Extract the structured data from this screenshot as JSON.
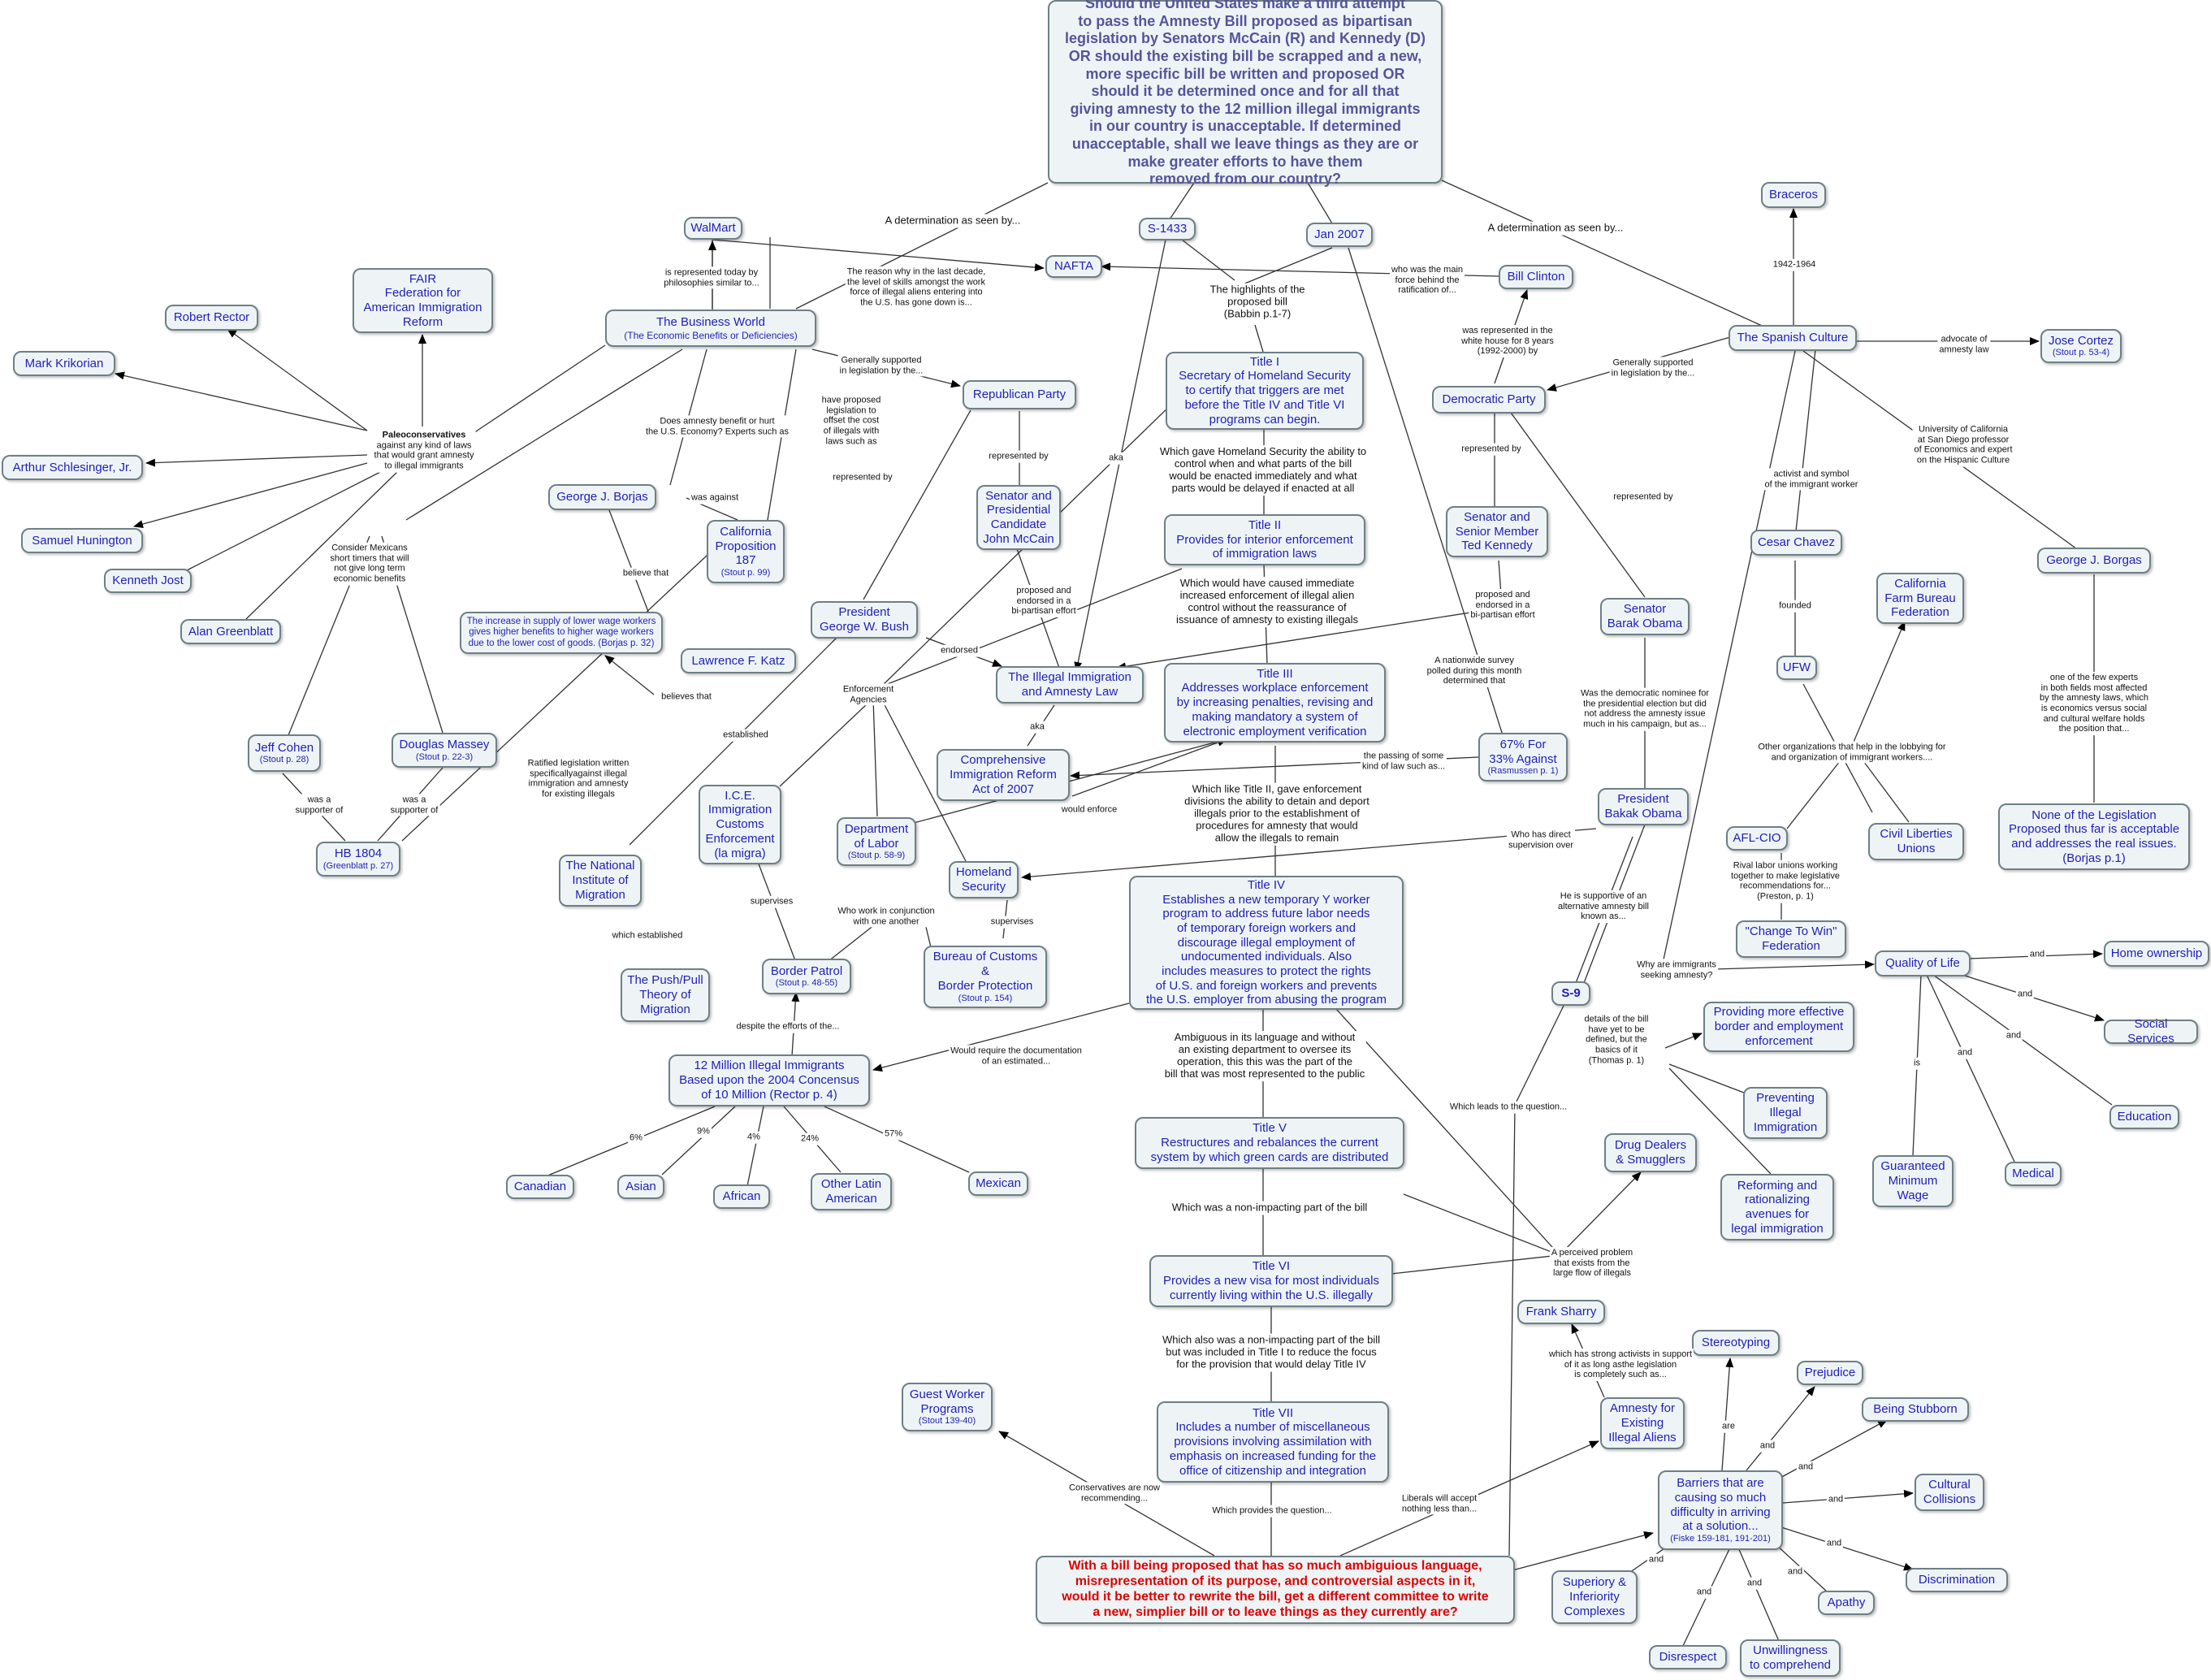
{
  "nodes": {
    "root": "Should the United States make a third attempt\nto pass the Amnesty Bill proposed as bipartisan\nlegislation by Senators McCain (R) and Kennedy (D)\nOR should the existing bill be scrapped and a new,\nmore specific bill be written and proposed OR\nshould it be determined once and for all that\ngiving amnesty to the 12 million illegal immigrants\nin our country is unacceptable.  If determined\nunacceptable, shall we leave things as they are or\nmake greater efforts to have them\nremoved from our country?",
    "walmart": "WalMart",
    "s1433": "S-1433",
    "jan2007": "Jan 2007",
    "nafta": "NAFTA",
    "bill_clinton": "Bill Clinton",
    "braceros": "Braceros",
    "fair": "FAIR\nFederation for\nAmerican Immigration\nReform",
    "robert_rector": "Robert Rector",
    "mark_krikorian": "Mark Krikorian",
    "arthur": "Arthur Schlesinger, Jr.",
    "samuel": "Samuel Hunington",
    "kenneth": "Kenneth Jost",
    "alan": "Alan Greenblatt",
    "business_world": "The Business World",
    "business_world_sub": "(The Economic Benefits or Deficiencies)",
    "republican_party": "Republican Party",
    "title1": "Title I\nSecretary of Homeland Security\nto certify that triggers are met\nbefore the Title IV and Title VI\nprograms can begin.",
    "democratic_party": "Democratic Party",
    "spanish_culture": "The Spanish Culture",
    "jose_cortez": "Jose Cortez",
    "jose_cortez_sub": "(Stout p. 53-4)",
    "george_borjas": "George J. Borjas",
    "ca_prop": "California\nProposition\n187",
    "ca_prop_sub": "(Stout p. 99)",
    "mccain": "Senator and\nPresidential\nCandidate\nJohn McCain",
    "title2": "Title II\nProvides for interior enforcement\nof immigration laws",
    "kennedy": "Senator and\nSenior Member\nTed Kennedy",
    "cesar_chavez": "Cesar Chavez",
    "george_borgas": "George J. Borgas",
    "supply_text": "The increase in supply of lower wage workers\ngives higher benefits to higher wage workers\ndue to the lower cost of goods.  (Borjas p. 32)",
    "bush": "President\nGeorge W. Bush",
    "lawrence": "Lawrence F. Katz",
    "illegal_amnesty": "The Illegal Immigration\nand Amnesty Law",
    "title3": "Title III\nAddresses workplace enforcement\nby increasing penalties, revising and\nmaking mandatory a system of\nelectronic employment verification",
    "obama": "Senator\nBarak Obama",
    "ca_farm": "California\nFarm Bureau\nFederation",
    "ufw": "UFW",
    "jeff_cohen": "Jeff Cohen",
    "jeff_cohen_sub": "(Stout p. 28)",
    "douglas": "Douglas Massey",
    "douglas_sub": "(Stout p. 22-3)",
    "cir": "Comprehensive\nImmigration Reform\nAct of 2007",
    "poll": "67% For\n33% Against",
    "poll_sub": "(Rasmussen p. 1)",
    "ice": "I.C.E.\nImmigration\nCustoms\nEnforcement\n(la migra)",
    "dol": "Department\nof Labor",
    "dol_sub": "(Stout p. 58-9)",
    "president_obama": "President\nBakak Obama",
    "hb1804": "HB 1804",
    "hb1804_sub": "(Greenblatt p. 27)",
    "nim": "The National\nInstitute of\nMigration",
    "homeland": "Homeland\nSecurity",
    "aflcio": "AFL-CIO",
    "civil_liberties": "Civil Liberties\nUnions",
    "none_legislation": "None of the Legislation\nProposed thus far is acceptable\nand addresses the real issues.\n(Borjas p.1)",
    "title4": "Title IV\nEstablishes a new temporary Y worker\nprogram to address future labor needs\nof temporary foreign workers and\ndiscourage illegal employment of\nundocumented individuals.  Also\nincludes measures to protect the rights\nof U.S. and foreign workers and prevents\nthe U.S. employer from abusing the program",
    "change_to_win": "\"Change To Win\"\nFederation",
    "quality_of_life": "Quality of Life",
    "home_ownership": "Home ownership",
    "push_pull": "The Push/Pull\nTheory of\nMigration",
    "border_patrol": "Border Patrol",
    "border_patrol_sub": "(Stout p. 48-55)",
    "customs": "Bureau of Customs\n&\nBorder Protection",
    "customs_sub": "(Stout p. 154)",
    "s9": "S-9",
    "effective_border": "Providing more effective\nborder and employment\nenforcement",
    "social_services": "Social Services",
    "twelve_million": "12 Million Illegal Immigrants\nBased upon the 2004 Concensus\nof 10 Million (Rector p. 4)",
    "preventing": "Preventing\nIllegal\nImmigration",
    "education": "Education",
    "title5": "Title V\nRestructures and rebalances the current\nsystem by which green cards are distributed",
    "drug_dealers": "Drug Dealers\n& Smugglers",
    "canadian": "Canadian",
    "asian": "Asian",
    "african": "African",
    "other_latin": "Other Latin\nAmerican",
    "mexican": "Mexican",
    "guaranteed_wage": "Guaranteed\nMinimum\nWage",
    "medical": "Medical",
    "reforming": "Reforming and\nrationalizing\navenues for\nlegal immigration",
    "title6": "Title VI\nProvides a new visa for most individuals\ncurrently living within the U.S. illegally",
    "frank_sharry": "Frank Sharry",
    "stereotyping": "Stereotyping",
    "prejudice": "Prejudice",
    "guest_worker": "Guest Worker\nPrograms",
    "guest_worker_sub": "(Stout 139-40)",
    "being_stubborn": "Being Stubborn",
    "title7": "Title VII\nIncludes a number of miscellaneous\nprovisions involving assimilation with\nemphasis on increased funding for the\noffice of citizenship and integration",
    "amnesty_existing": "Amnesty for\nExisting\nIllegal Aliens",
    "barriers": "Barriers that are\ncausing so much\ndifficulty in arriving\nat a solution...",
    "barriers_sub": "(Fiske 159-181, 191-201)",
    "cultural_collisions": "Cultural\nCollisions",
    "discrimination": "Discrimination",
    "focus_question": "With a bill being proposed that has so much ambiguious language,\nmisrepresentation of its purpose, and controversial aspects in it,\nwould  it be better to rewrite the bill, get a different committee to write\na new, simplier bill or to leave things as they currently are?",
    "superiority": "Superiory &\nInferiority\nComplexes",
    "apathy": "Apathy",
    "disrespect": "Disrespect",
    "unwillingness": "Unwillingness\nto comprehend"
  },
  "links": {
    "determination_left": "A determination as seen by...",
    "determination_right": "A determination as seen by...",
    "reason_why": "The reason why  in the last decade,\nthe level of skills amongst the work\nforce of illegal aliens entering into\nthe U.S. has gone down is...",
    "represented_today": "is represented today by\nphilosophies similar to...",
    "main_force": "who was the main\nforce behind the\nratification of...",
    "highlights": "The highlights of the\nproposed bill\n(Babbin p.1-7)",
    "y1942": "1942-1964",
    "paleo_bold": "Paleoconservatives",
    "paleo_rest": "against any kind of laws\nthat would grant amnesty\nto illegal immigrants",
    "gen_supported_left": "Generally supported\nin legislation by the...",
    "white_house": "was represented in the\nwhite house for 8 years\n(1992-2000) by",
    "gen_supported_right": "Generally supported\nin legislation by the...",
    "advocate": "advocate of\namnesty law",
    "does_amnesty": "Does amnesty benefit or hurt\nthe U.S. Economy?  Experts such as",
    "have_proposed": "have proposed\nlegislation to\noffset the cost\nof illegals with\nlaws such as",
    "univ_ca": "University of California\nat San Diego professor\nof Economics and expert\non the Hispanic Culture",
    "represented_by_m": "represented by",
    "represented_by_k": "represented by",
    "gave_homeland": "Which gave Homeland Security the ability to\ncontrol when and what parts of the bill\nwould be enacted immediately and what\nparts would be delayed if enacted at all",
    "was_against": "was against",
    "represented_by_b": "represented by",
    "aka1": "aka",
    "activist": "activist and symbol\nof the immigrant worker",
    "represented_by_o": "represented by",
    "consider_mexicans": "Consider Mexicans\nshort timers that will\nnot give long term\neconomic benefits",
    "believe_that": "believe that",
    "proposed_endorsed_m": "proposed and\nendorsed in a\nbi-partisan effort",
    "proposed_endorsed_k": "proposed and\nendorsed in a\nbi-partisan effort",
    "would_have_caused": "Which would have caused immediate\nincreased enforcement of illegal alien\ncontrol without the reassurance of\nissuance of amnesty to existing illegals",
    "founded": "founded",
    "endorsed": "endorsed",
    "believes_that": "believes that",
    "enforcement_agencies": "Enforcement\nAgencies",
    "nationwide_survey": "A nationwide survey\npolled during this month\ndetermined that",
    "dem_nominee": "Was the democratic nominee for\nthe presidential election but did\nnot address the amnesty issue\nmuch in his campaign, but as...",
    "aka2": "aka",
    "established": "established",
    "other_orgs": "Other organizations that help in the lobbying for\nand organization of immigrant workers....",
    "one_of_few": "one of the few experts\nin both fields most affected\nby the amnesty laws, which\nis economics versus social\nand cultural welfare holds\nthe position that...",
    "passing_some": "the passing of some\nkind of law such as...",
    "was_a_sup1": "was a\nsupporter of",
    "was_a_sup2": "was a\nsupporter of",
    "ratified": "Ratified legislation written\nspecificallyagainst illegal\nimmigration and amnesty\nfor existing illegals",
    "like_title2": "Which like Title II, gave enforcement\ndivisions the ability to detain and deport\nillegals prior to the establishment of\nprocedures for amnesty that would\nallow the illegals to remain",
    "would_enforce": "would enforce",
    "direct_supervision": "Who has direct\nsupervision over",
    "rival_labor": "Rival labor unions working\ntogether to make legislative\nrecommendations for...\n(Preston, p. 1)",
    "supportive": "He is supportive of an\nalternative amnesty bill\nknown as...",
    "supervises1": "supervises",
    "conjunction": "Who work in conjunction\nwith one another",
    "supervises2": "supervises",
    "which_established": "which established",
    "and_home": "and",
    "why_seeking": "Why are immigrants\nseeking amnesty?",
    "and_social": "and",
    "details": "details of the bill\nhave yet to be\ndefined, but the\nbasics of it\n(Thomas p. 1)",
    "despite": "despite the efforts of the...",
    "would_require": "Would require the documentation\nof an estimated...",
    "and_edu": "and",
    "ambiguous": "Ambiguous in its language and without\nan existing department to oversee its\noperation, this this was the part of the\nbill that was most represented to the public",
    "and_med": "and",
    "is_label": "is",
    "p6": "6%",
    "p9": "9%",
    "p4": "4%",
    "p24": "24%",
    "p57": "57%",
    "leads_question": "Which leads to the question...",
    "non_impacting": "Which was a non-impacting part of the bill",
    "perceived": "A perceived problem\nthat exists from the\nlarge flow of illegals",
    "also_non_impacting": "Which also was a non-impacting part of the bill\nbut was included in Title I to reduce the focus\nfor the provision that would delay Title IV",
    "strong_activists": "which has strong activists in support\nof it as long asthe legislation\nis completely such as...",
    "are": "are",
    "and_prej": "and",
    "and_stub": "and",
    "conservatives_now": "Conservatives are now\nrecommending...",
    "provides_question": "Which provides the question...",
    "liberals": "Liberals will accept\nnothing less than...",
    "and_cult": "and",
    "and_disc": "and",
    "and_sup": "and",
    "and_apathy": "and",
    "and_disr": "and",
    "and_unw": "and"
  }
}
